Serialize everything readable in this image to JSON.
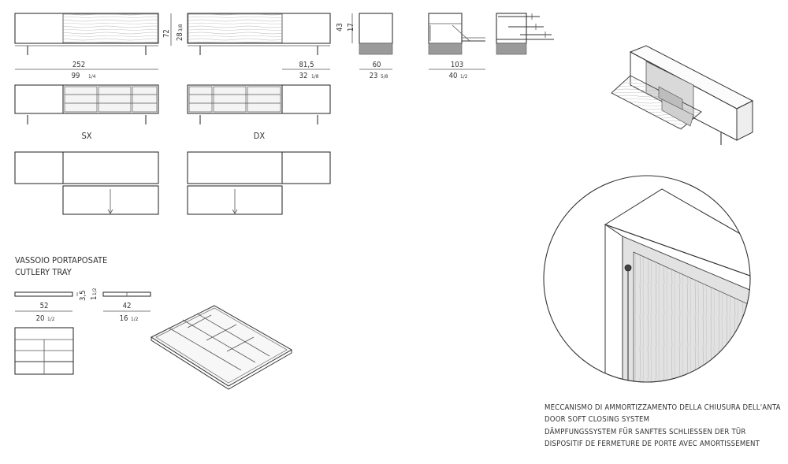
{
  "dimensions": {
    "width_cm": "252",
    "width_in": "99",
    "width_in_frac": "1/4",
    "height_cm": "72",
    "height_in": "28",
    "height_in_frac": "3/8",
    "side_width_cm": "81,5",
    "side_width_in": "32",
    "side_width_in_frac": "1/8",
    "side_height_cm": "43",
    "side_height_in": "17",
    "depth_cm": "60",
    "depth_in": "23",
    "depth_in_frac": "5/8",
    "open_depth_cm": "103",
    "open_depth_in": "40",
    "open_depth_in_frac": "1/2"
  },
  "labels": {
    "left": "SX",
    "right": "DX"
  },
  "tray": {
    "title_it": "VASSOIO PORTAPOSATE",
    "title_en": "CUTLERY TRAY",
    "width_cm": "52",
    "width_in": "20",
    "width_in_frac": "1/2",
    "depth_cm": "42",
    "depth_in": "16",
    "depth_in_frac": "1/2",
    "height_cm": "3,5",
    "height_in": "1",
    "height_in_frac": "1/2"
  },
  "caption": {
    "it": "MECCANISMO DI AMMORTIZZAMENTO DELLA CHIUSURA DELL'ANTA",
    "en": "DOOR SOFT CLOSING SYSTEM",
    "de": "DÄMPFUNGSSYSTEM FÜR SANFTES SCHLIESSEN DER TÜR",
    "fr": "DISPOSITIF DE FERMETURE DE PORTE AVEC AMORTISSEMENT"
  }
}
